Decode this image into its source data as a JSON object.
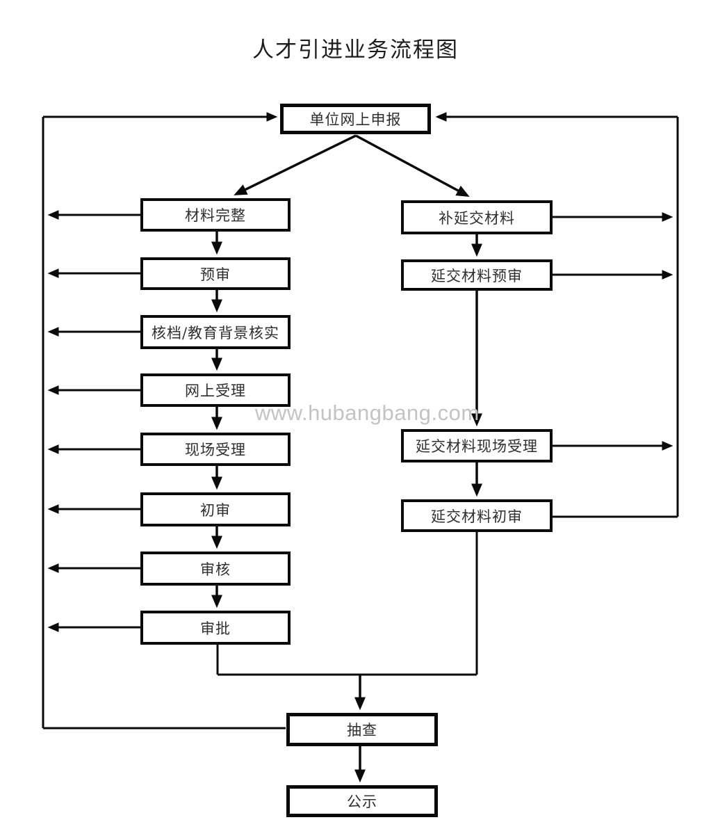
{
  "title": "人才引进业务流程图",
  "watermark": "www.hubangbang.com",
  "nodes": {
    "top": {
      "label": "单位网上申报"
    },
    "left": [
      {
        "label": "材料完整"
      },
      {
        "label": "预审"
      },
      {
        "label": "核档/教育背景核实"
      },
      {
        "label": "网上受理"
      },
      {
        "label": "现场受理"
      },
      {
        "label": "初审"
      },
      {
        "label": "审核"
      },
      {
        "label": "审批"
      }
    ],
    "right": [
      {
        "label": "补延交材料"
      },
      {
        "label": "延交材料预审"
      },
      {
        "label": "延交材料现场受理"
      },
      {
        "label": "延交材料初审"
      }
    ],
    "bottom": [
      {
        "label": "抽查"
      },
      {
        "label": "公示"
      }
    ]
  },
  "colors": {
    "line": "#0a0a0a",
    "watermark": "#c3c3c3",
    "background": "#ffffff"
  }
}
